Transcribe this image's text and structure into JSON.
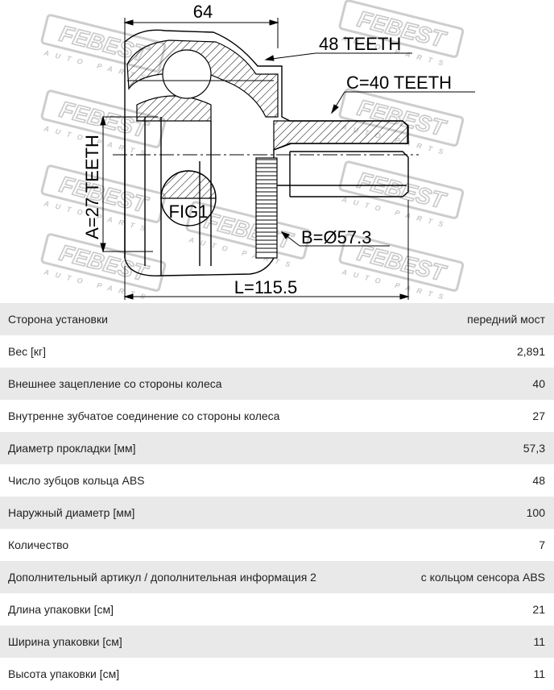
{
  "drawing": {
    "dimensions": {
      "width_top": "64",
      "abs_teeth": "48 TEETH",
      "outer_spline": "C=40 TEETH",
      "inner_spline": "A=27 TEETH",
      "seal_diameter": "B=Ø57.3",
      "length": "L=115.5",
      "fig_label": "FIG1"
    },
    "watermark": {
      "brand": "FEBEST",
      "tagline": "AUTO PARTS"
    }
  },
  "specs": [
    {
      "label": "Сторона установки",
      "value": "передний мост"
    },
    {
      "label": "Вес [кг]",
      "value": "2,891"
    },
    {
      "label": "Внешнее зацепление со стороны колеса",
      "value": "40"
    },
    {
      "label": "Внутренне зубчатое соединение со стороны колеса",
      "value": "27"
    },
    {
      "label": "Диаметр прокладки [мм]",
      "value": "57,3"
    },
    {
      "label": "Число зубцов кольца ABS",
      "value": "48"
    },
    {
      "label": "Наружный диаметр [мм]",
      "value": "100"
    },
    {
      "label": "Количество",
      "value": "7"
    },
    {
      "label": "Дополнительный артикул / дополнительная информация 2",
      "value": "с кольцом сенсора ABS"
    },
    {
      "label": "Длина упаковки [см]",
      "value": "21"
    },
    {
      "label": "Ширина упаковки [см]",
      "value": "11"
    },
    {
      "label": "Высота упаковки [см]",
      "value": "11"
    }
  ]
}
